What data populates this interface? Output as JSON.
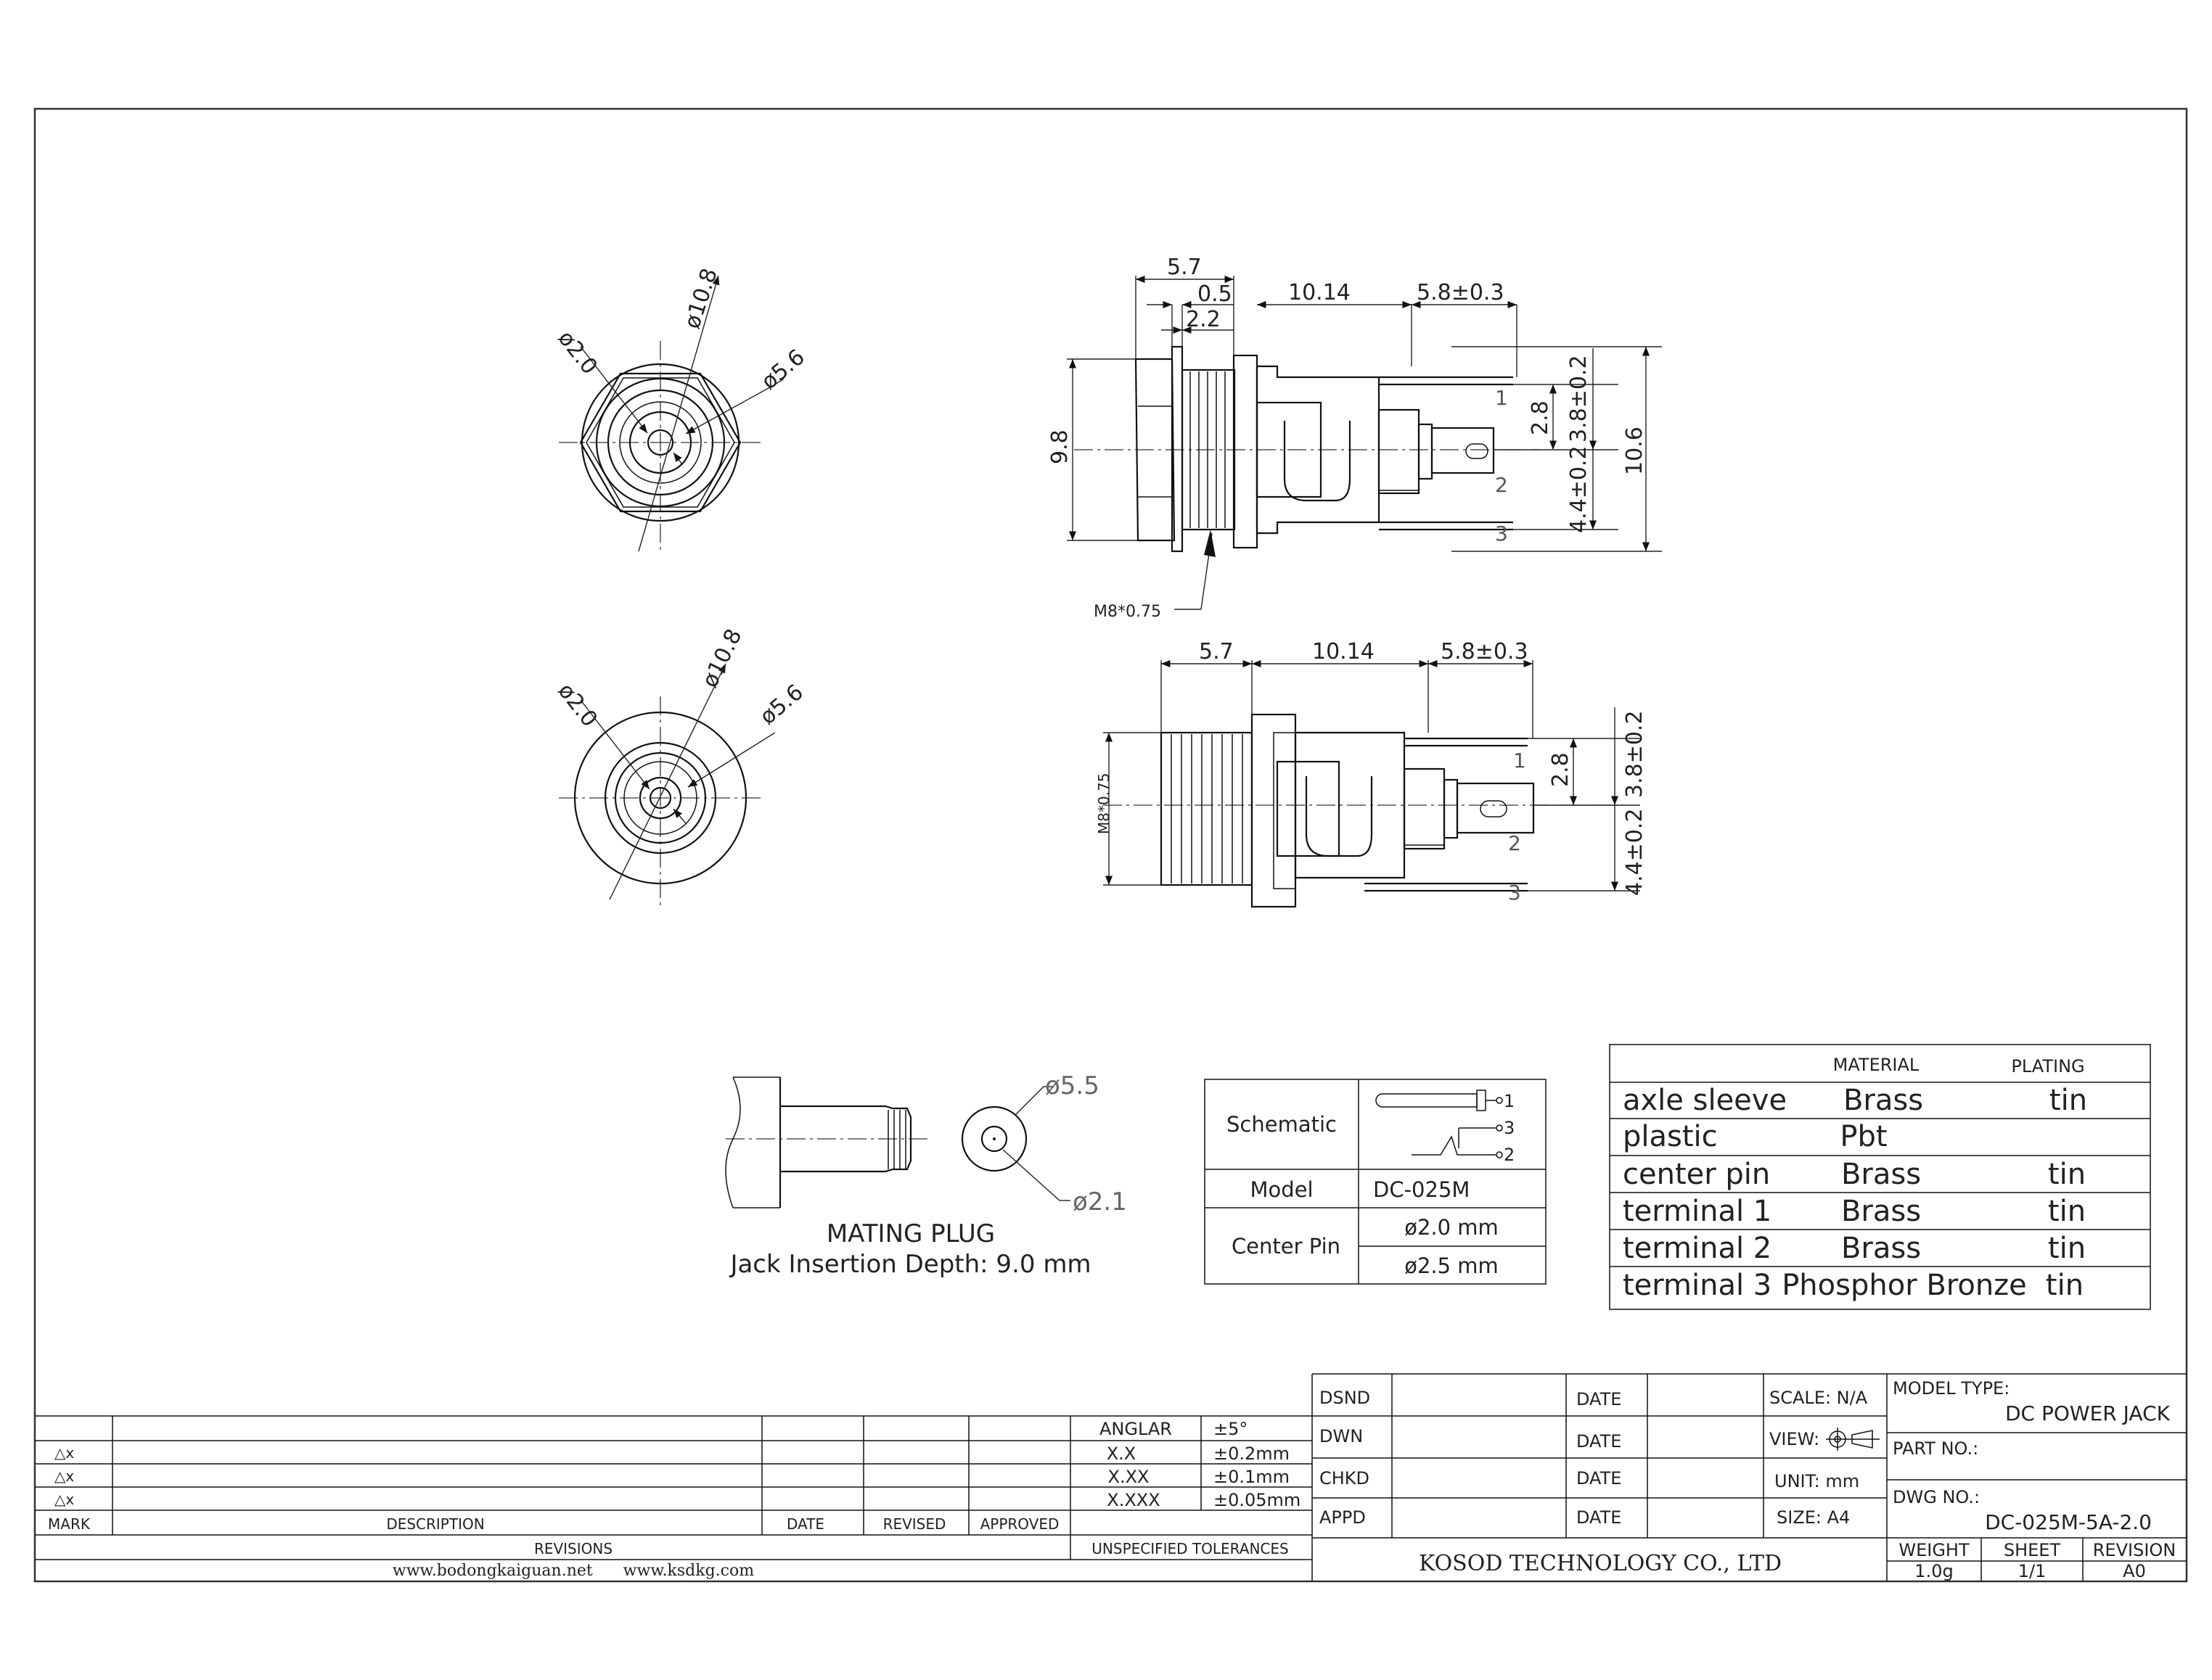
{
  "views": {
    "front_top": {
      "d1": "ø10.8",
      "d2": "ø2.0",
      "d3": "ø5.6"
    },
    "front_bottom": {
      "d1": "ø10.8",
      "d2": "ø2.0",
      "d3": "ø5.6"
    },
    "side_top": {
      "w1": "5.7",
      "w2": "0.5",
      "w3": "2.2",
      "w4": "10.14",
      "w5": "5.8±0.3",
      "h1": "9.8",
      "h2": "10.6",
      "h3": "2.8",
      "h4": "3.8±0.2",
      "h5": "4.4±0.2",
      "thread": "M8*0.75",
      "pins": [
        "1",
        "2",
        "3"
      ]
    },
    "side_bottom": {
      "w1": "5.7",
      "w4": "10.14",
      "w5": "5.8±0.3",
      "h3": "2.8",
      "h4": "3.8±0.2",
      "h5": "4.4±0.2",
      "thread": "M8*0.75",
      "pins": [
        "1",
        "2",
        "3"
      ]
    }
  },
  "mating_plug": {
    "outer_dia": "ø5.5",
    "inner_dia": "ø2.1",
    "title": "MATING PLUG",
    "subtitle": "Jack Insertion Depth: 9.0 mm"
  },
  "spec_table": {
    "schematic_label": "Schematic",
    "schematic_pins": [
      "1",
      "3",
      "2"
    ],
    "model_label": "Model",
    "model_value": "DC-025M",
    "center_pin_label": "Center Pin",
    "center_pin_values": [
      "ø2.0 mm",
      "ø2.5 mm"
    ]
  },
  "materials": {
    "header_material": "MATERIAL",
    "header_plating": "PLATING",
    "rows": [
      {
        "part": "axle sleeve",
        "material": "Brass",
        "plating": "tin"
      },
      {
        "part": "plastic",
        "material": "Pbt",
        "plating": ""
      },
      {
        "part": "center pin",
        "material": "Brass",
        "plating": "tin"
      },
      {
        "part": "terminal 1",
        "material": "Brass",
        "plating": "tin"
      },
      {
        "part": "terminal 2",
        "material": "Brass",
        "plating": "tin"
      },
      {
        "part": "terminal 3",
        "material": "Phosphor Bronze",
        "plating": "tin"
      }
    ]
  },
  "revisions": {
    "marks": [
      "△x",
      "△x",
      "△x"
    ],
    "headers": {
      "mark": "MARK",
      "description": "DESCRIPTION",
      "date": "DATE",
      "revised": "REVISED",
      "approved": "APPROVED"
    },
    "footer": "REVISIONS",
    "websites": "www.bodongkaiguan.net      www.ksdkg.com"
  },
  "tolerances": {
    "rows": [
      {
        "label": "ANGLAR",
        "value": "±5°"
      },
      {
        "label": "X.X",
        "value": "±0.2mm"
      },
      {
        "label": "X.XX",
        "value": "±0.1mm"
      },
      {
        "label": "X.XXX",
        "value": "±0.05mm"
      }
    ],
    "footer": "UNSPECIFIED TOLERANCES"
  },
  "title_block": {
    "dsnd": "DSND",
    "dwn": "DWN",
    "chkd": "CHKD",
    "appd": "APPD",
    "date": "DATE",
    "scale": "SCALE: N/A",
    "view": "VIEW:",
    "unit": "UNIT: mm",
    "size": "SIZE: A4",
    "model_type_label": "MODEL TYPE:",
    "model_type_value": "DC POWER JACK",
    "part_no_label": "PART NO.:",
    "dwg_no_label": "DWG NO.:",
    "dwg_no_value": "DC-025M-5A-2.0",
    "company": "KOSOD TECHNOLOGY CO., LTD",
    "weight_label": "WEIGHT",
    "weight_value": "1.0g",
    "sheet_label": "SHEET",
    "sheet_value": "1/1",
    "revision_label": "REVISION",
    "revision_value": "A0"
  }
}
